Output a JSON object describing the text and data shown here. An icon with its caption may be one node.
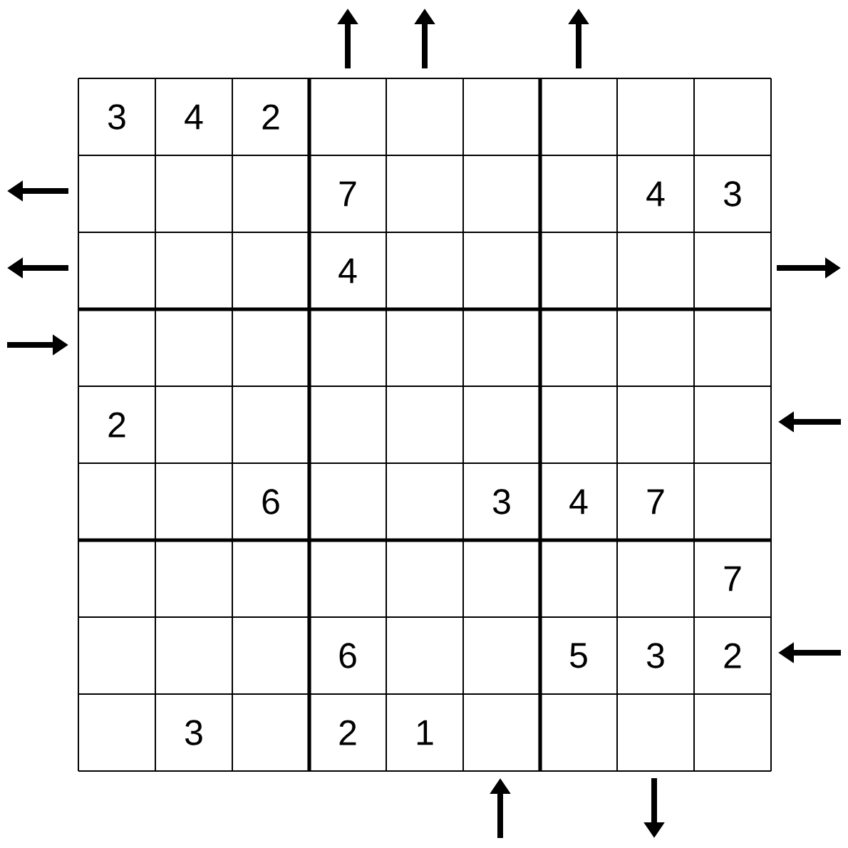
{
  "diagram": {
    "labels": [
      "3",
      "4",
      "2",
      "7",
      "4",
      "3",
      "4",
      "2",
      "6",
      "3",
      "4",
      "7",
      "7",
      "6",
      "5",
      "3",
      "2",
      "3",
      "2",
      "1"
    ]
  }
}
